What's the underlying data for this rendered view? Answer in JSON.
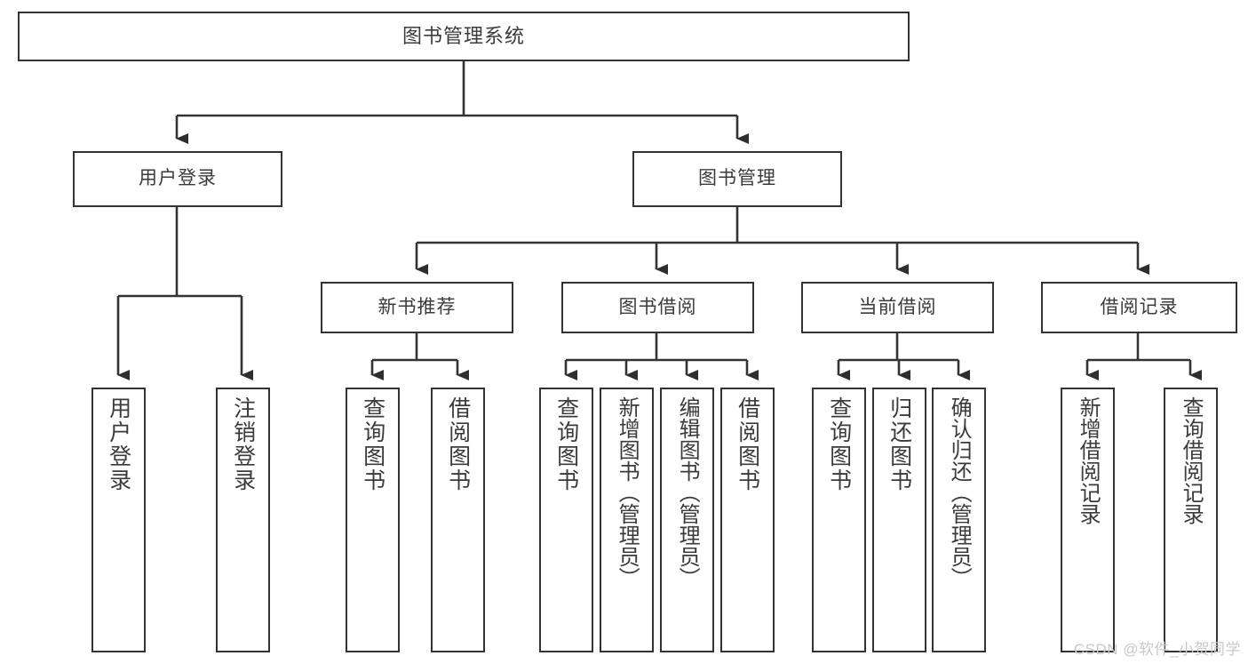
{
  "diagram": {
    "title_text": "图书管理系统",
    "type": "tree",
    "stroke_color": "#333333",
    "text_color": "#3b3b3b",
    "background_color": "#ffffff",
    "nodes": {
      "root": {
        "label": "图书管理系统",
        "level": 1
      },
      "l2": [
        {
          "id": "user-login",
          "label": "用户登录",
          "level": 2
        },
        {
          "id": "book-manage",
          "label": "图书管理",
          "level": 2
        }
      ],
      "l3": [
        {
          "id": "new-book-rec",
          "label": "新书推荐",
          "level": 3,
          "parent": "book-manage"
        },
        {
          "id": "book-borrow",
          "label": "图书借阅",
          "level": 3,
          "parent": "book-manage"
        },
        {
          "id": "current-borrow",
          "label": "当前借阅",
          "level": 3,
          "parent": "book-manage"
        },
        {
          "id": "borrow-record",
          "label": "借阅记录",
          "level": 3,
          "parent": "book-manage"
        }
      ],
      "leaves": [
        {
          "id": "leaf-user-login",
          "label": "用户登录",
          "parent": "user-login"
        },
        {
          "id": "leaf-logout",
          "label": "注销登录",
          "parent": "user-login"
        },
        {
          "id": "leaf-query-book-1",
          "label": "查询图书",
          "parent": "new-book-rec"
        },
        {
          "id": "leaf-borrow-book-1",
          "label": "借阅图书",
          "parent": "new-book-rec"
        },
        {
          "id": "leaf-query-book-2",
          "label": "查询图书",
          "parent": "book-borrow"
        },
        {
          "id": "leaf-add-book",
          "label": "新增图书（管理员）",
          "parent": "book-borrow"
        },
        {
          "id": "leaf-edit-book",
          "label": "编辑图书（管理员）",
          "parent": "book-borrow"
        },
        {
          "id": "leaf-borrow-book-2",
          "label": "借阅图书",
          "parent": "book-borrow"
        },
        {
          "id": "leaf-query-book-3",
          "label": "查询图书",
          "parent": "current-borrow"
        },
        {
          "id": "leaf-return-book",
          "label": "归还图书",
          "parent": "current-borrow"
        },
        {
          "id": "leaf-confirm-return",
          "label": "确认归还（管理员）",
          "parent": "current-borrow"
        },
        {
          "id": "leaf-add-record",
          "label": "新增借阅记录",
          "parent": "borrow-record"
        },
        {
          "id": "leaf-query-record",
          "label": "查询借阅记录",
          "parent": "borrow-record"
        }
      ]
    }
  },
  "watermark": {
    "text": "CSDN @软件_小贺同学"
  }
}
